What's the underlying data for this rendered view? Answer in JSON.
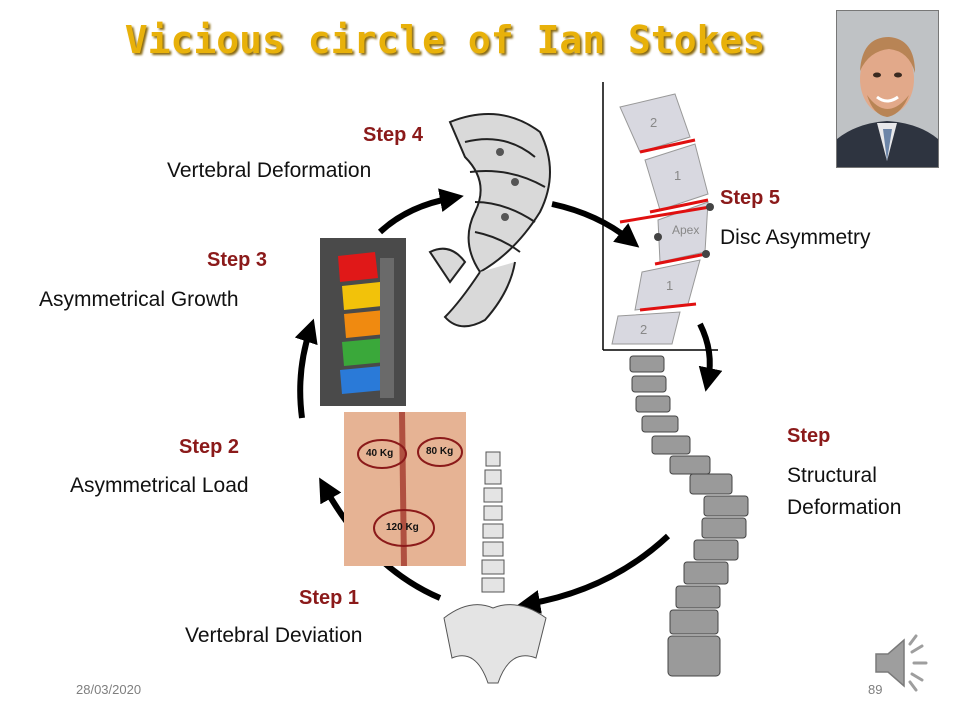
{
  "slide": {
    "title": "Vicious circle of Ian Stokes",
    "date": "28/03/2020",
    "page_number": "89"
  },
  "steps": [
    {
      "label": "Step 1",
      "description": "Vertebral Deviation"
    },
    {
      "label": "Step 2",
      "description": "Asymmetrical Load"
    },
    {
      "label": "Step 3",
      "description": "Asymmetrical Growth"
    },
    {
      "label": "Step 4",
      "description": "Vertebral Deformation"
    },
    {
      "label": "Step 5",
      "description": "Disc Asymmetry"
    },
    {
      "label": "Step",
      "description_lines": [
        "Structural",
        "Deformation"
      ]
    }
  ],
  "illustrations": {
    "load_figure_labels": [
      "40 Kg",
      "80 Kg",
      "120 Kg"
    ],
    "disc_figure_labels": [
      "2",
      "1",
      "Apex",
      "1",
      "2"
    ]
  },
  "colors": {
    "title": "#e8b10a",
    "step_label": "#8b1a1a",
    "arrow": "#000000",
    "disc_line": "#e01010"
  },
  "icons": [
    "speaker-icon"
  ]
}
